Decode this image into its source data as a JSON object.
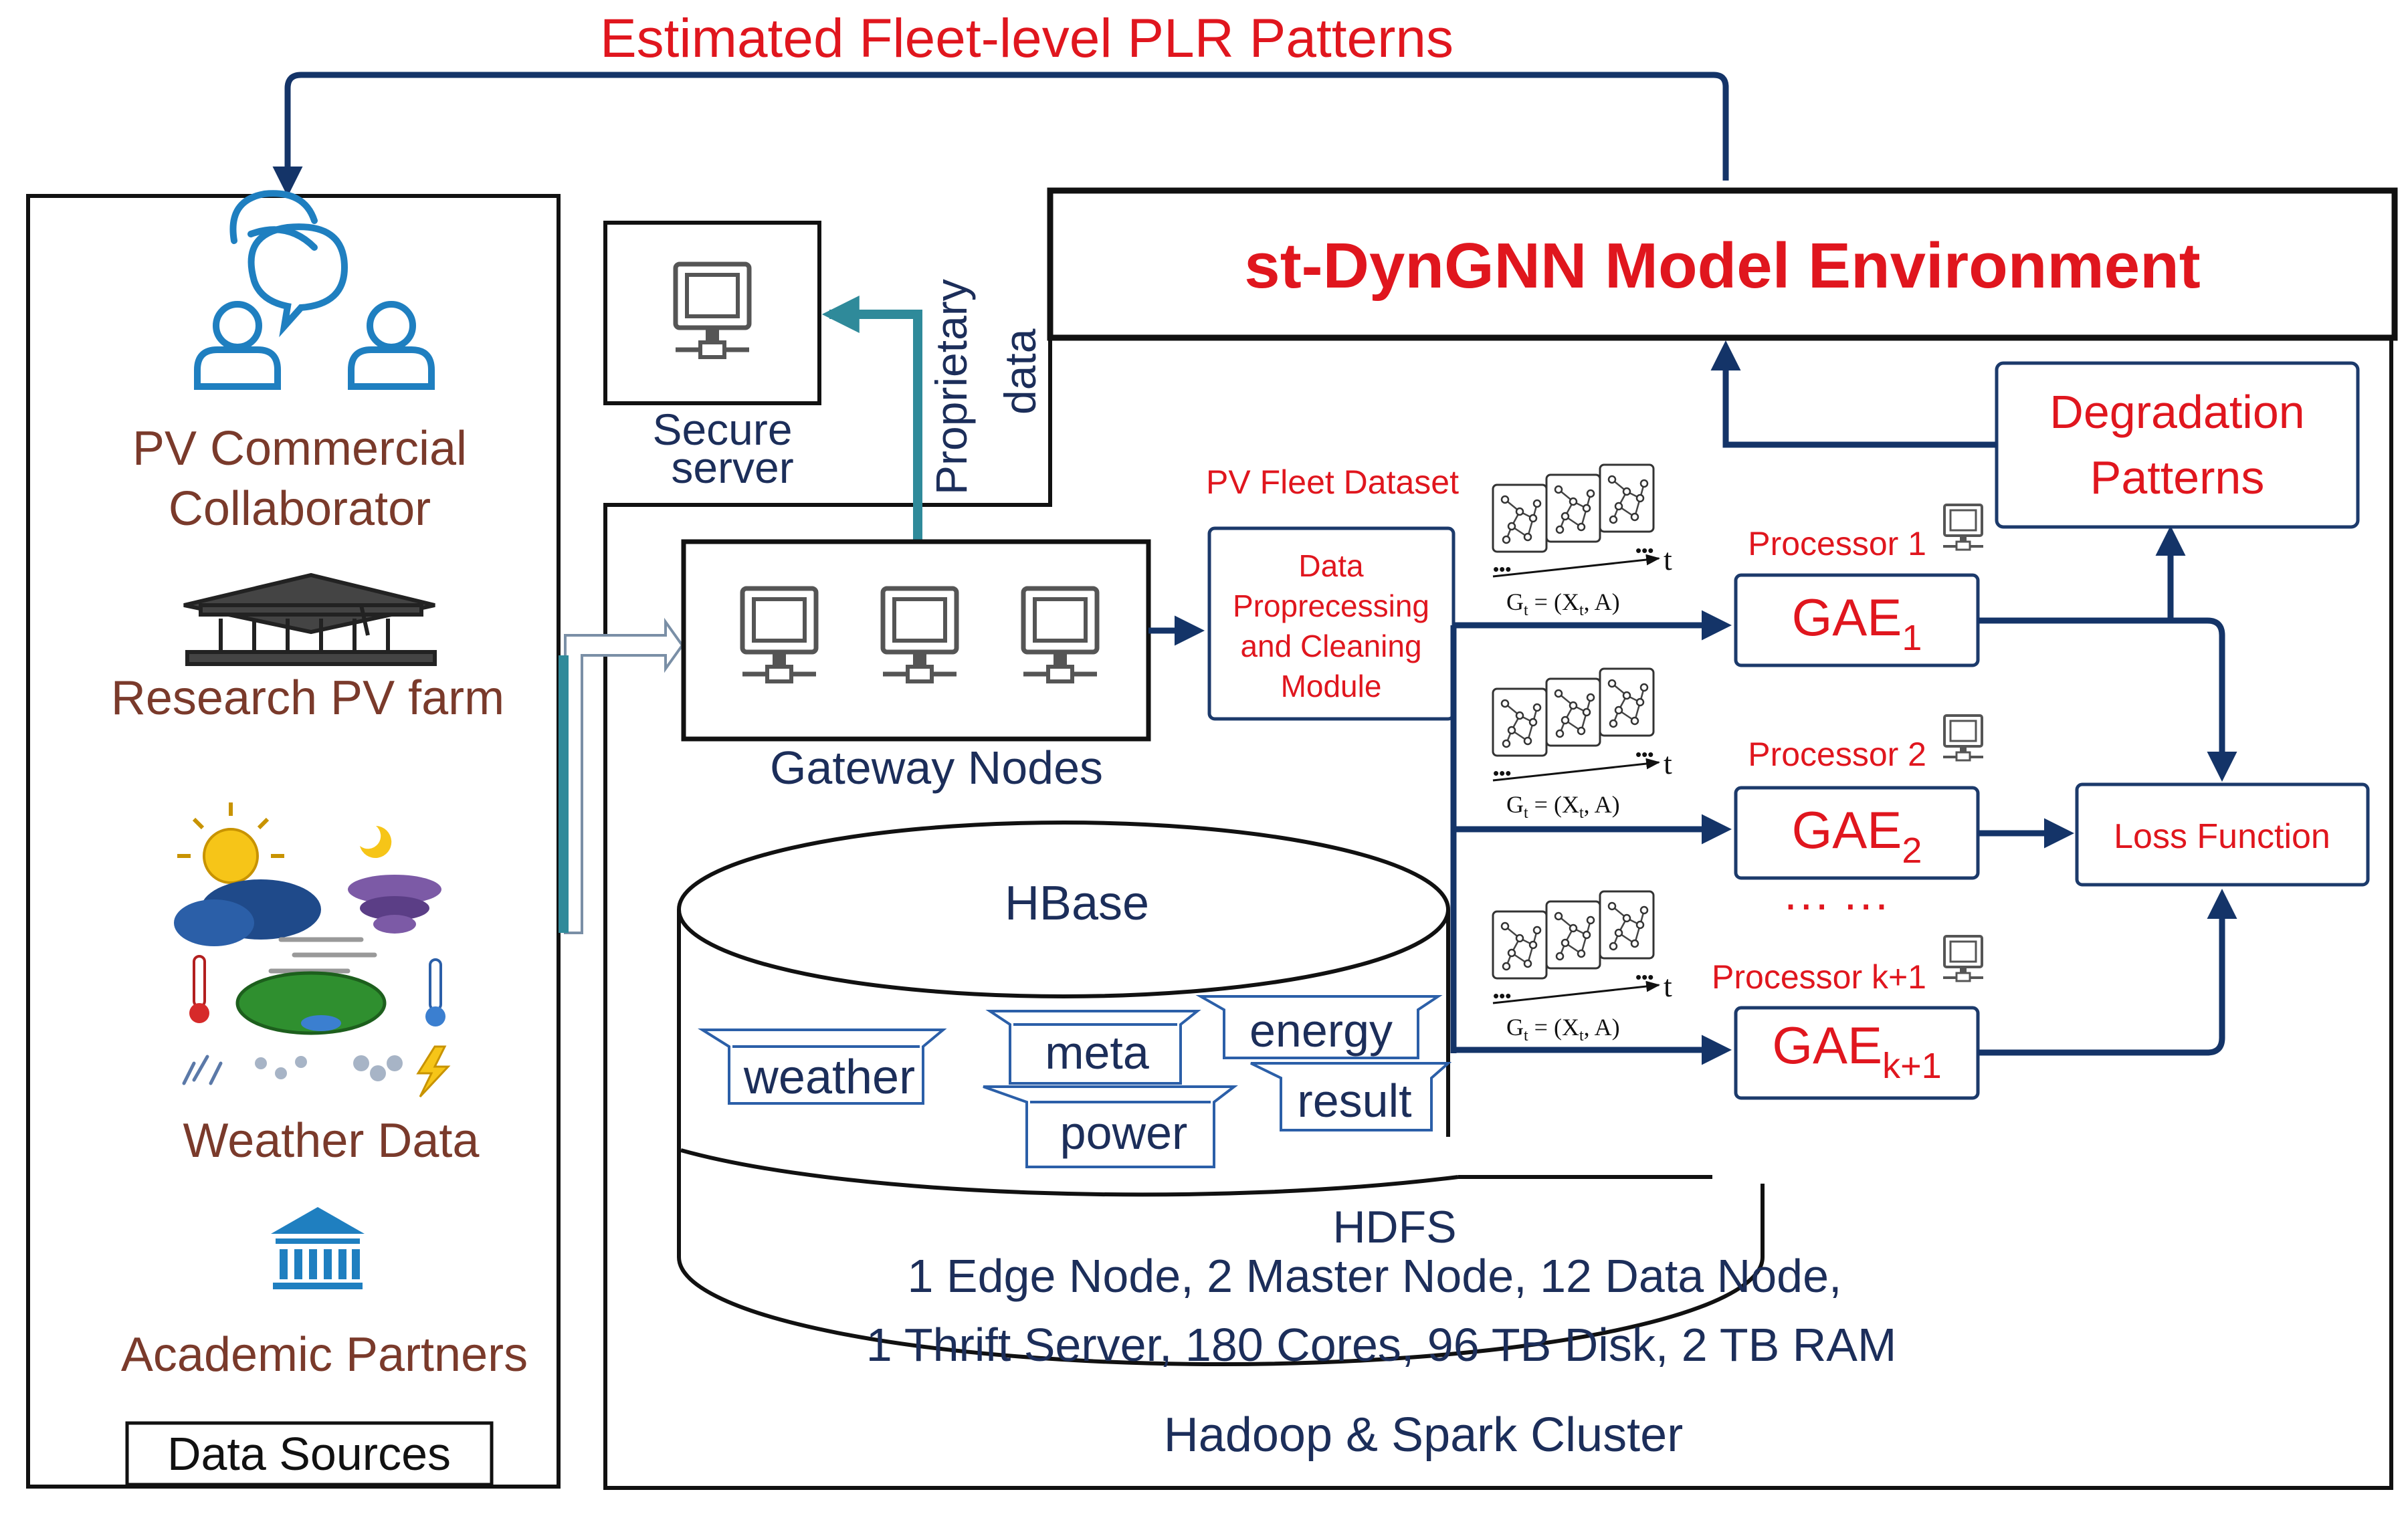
{
  "feedback": {
    "label": "Estimated Fleet-level PLR Patterns"
  },
  "sources": {
    "pv_commercial": [
      "PV Commercial",
      "Collaborator"
    ],
    "research_farm": "Research PV farm",
    "weather": "Weather Data",
    "academic": "Academic Partners",
    "caption": "Data Sources"
  },
  "secure_server": {
    "label": [
      "Secure",
      "server"
    ],
    "flow_label": [
      "Proprietary",
      "data"
    ]
  },
  "model_env": {
    "title": "st-DynGNN Model Environment"
  },
  "gateway": {
    "label": "Gateway Nodes"
  },
  "dataset": {
    "title": "PV Fleet Dataset",
    "module": [
      "Data",
      "Proprecessing",
      "and Cleaning",
      "Module"
    ]
  },
  "graph_snippet": {
    "t": "t",
    "dots": "•••"
  },
  "processors": [
    {
      "label": "Processor 1",
      "gae_base": "GAE",
      "gae_sub": "1"
    },
    {
      "label": "Processor 2",
      "gae_base": "GAE",
      "gae_sub": "2"
    },
    {
      "label": "Processor k+1",
      "gae_base": "GAE",
      "gae_sub": "k+1"
    }
  ],
  "ellipsis": "··· ···",
  "degradation": [
    "Degradation",
    "Patterns"
  ],
  "loss": "Loss Function",
  "hbase": {
    "title": "HBase",
    "tables": {
      "weather": "weather",
      "meta": "meta",
      "energy": "energy",
      "power": "power",
      "result": "result"
    }
  },
  "hdfs": {
    "title": "HDFS",
    "specs": [
      "1 Edge Node, 2 Master Node, 12 Data Node,",
      "1 Thrift Server, 180 Cores, 96 TB Disk, 2 TB RAM"
    ]
  },
  "cluster": {
    "label": "Hadoop & Spark Cluster"
  },
  "colors": {
    "accent_red": "#e0161e",
    "navy": "#143468",
    "teal": "#2f8a9a",
    "brown": "#7a3a2b"
  }
}
